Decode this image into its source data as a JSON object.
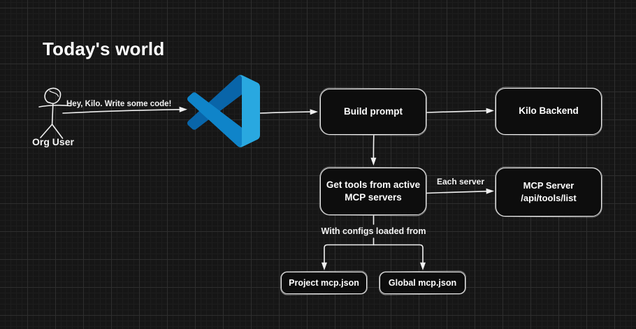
{
  "title": "Today's world",
  "canvas": {
    "background": "#161616",
    "grid_minor_color": "#1d1d1d",
    "grid_major_color": "#2e2e2e",
    "stroke_color": "#ebebeb",
    "node_fill": "#0d0d0d"
  },
  "actor": {
    "icon": "stick-figure-icon",
    "label": "Org User"
  },
  "vscode_logo": {
    "icon": "vscode-icon",
    "color_dark": "#0965A9",
    "color_mid": "#0F84C9",
    "color_light": "#29A8E0"
  },
  "nodes": {
    "build_prompt": {
      "label": "Build prompt"
    },
    "kilo_backend": {
      "label": "Kilo Backend"
    },
    "get_tools": {
      "label": "Get tools from active\nMCP servers"
    },
    "mcp_server": {
      "label": "MCP Server /api/tools/list"
    },
    "project_mcp": {
      "label": "Project mcp.json"
    },
    "global_mcp": {
      "label": "Global mcp.json"
    }
  },
  "edge_labels": {
    "user_to_vscode": "Hey, Kilo. Write some code!",
    "each_server": "Each server",
    "with_configs": "With configs loaded from"
  }
}
